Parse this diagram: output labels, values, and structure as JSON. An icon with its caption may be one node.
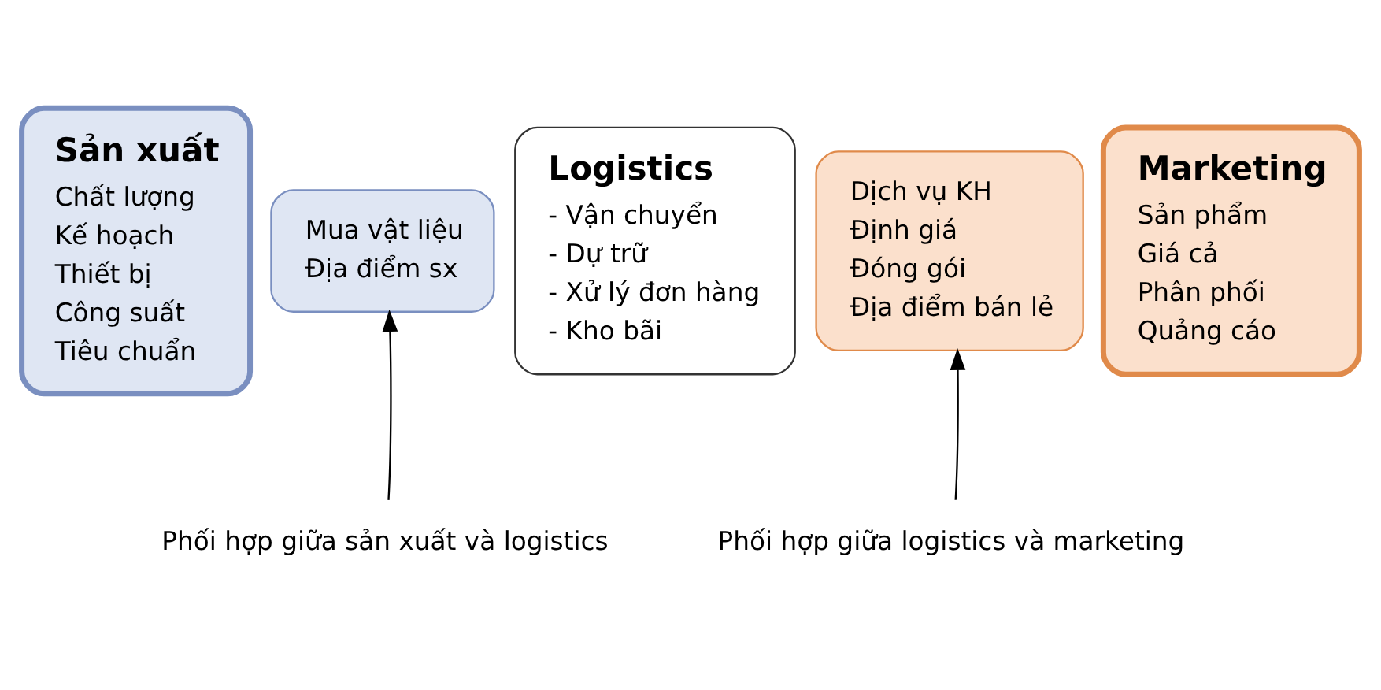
{
  "diagram": {
    "nodes": [
      {
        "text": [
          "Sản xuất",
          "Chất lượng",
          "Kế hoạch",
          "Thiết bị",
          "Công suất",
          "Tiêu chuẩn"
        ]
      },
      {
        "text": [
          "Mua vật liệu",
          "Địa điểm sx"
        ]
      },
      {
        "text": [
          "Logistics",
          "- Vận chuyển",
          "- Dự trữ",
          "- Xử lý đơn hàng",
          "- Kho bãi"
        ]
      },
      {
        "text": [
          "Dịch vụ KH",
          "Định giá",
          "Đóng gói",
          "Địa điểm bán lẻ"
        ]
      },
      {
        "text": [
          "Marketing",
          "Sản phẩm",
          "Giá cả",
          "Phân phối",
          "Quảng cáo"
        ]
      },
      {
        "text": [
          "Phối hợp giữa sản xuất và logistics"
        ]
      },
      {
        "text": [
          "Phối hợp giữa logistics và marketing"
        ]
      }
    ],
    "edges": [
      {
        "from": 5,
        "to": 1,
        "arrow": "to"
      },
      {
        "from": 6,
        "to": 3,
        "arrow": "to"
      }
    ]
  }
}
